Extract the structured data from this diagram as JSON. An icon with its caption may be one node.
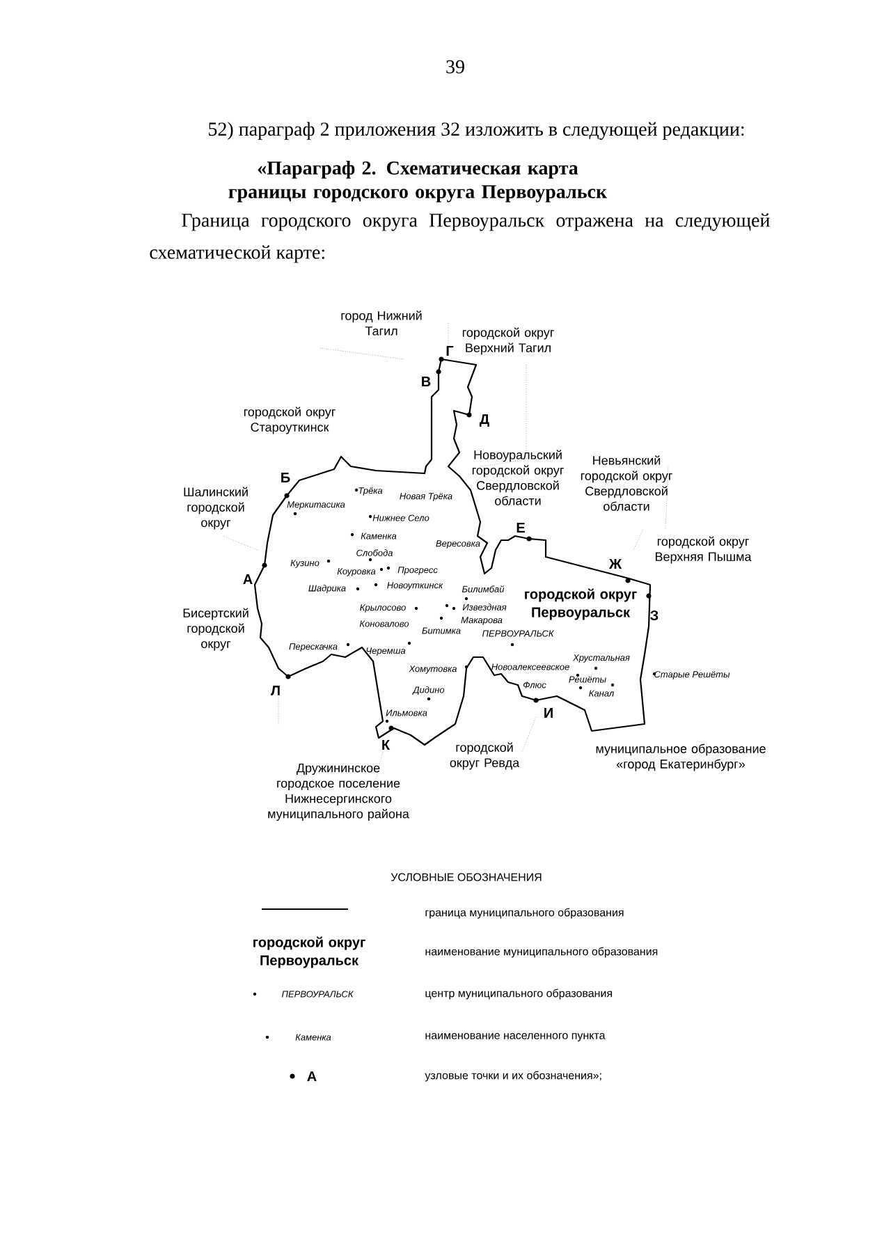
{
  "diagram": {
    "title": "«Параграф 2. Схематическая карта границы городского округа Первоуральск",
    "labels": [
      "39",
      "52) параграф 2 приложения 32 изложить в следующей редакции:",
      "Граница городского округа Первоуральск отражена на следующей схематической карте:",
      "город Нижний Тагил",
      "городской округ Верхний Тагил",
      "Г",
      "В",
      "городской округ Староуткинск",
      "Д",
      "Новоуральский городской округ Свердловской области",
      "Невьянский городской округ Свердловской области",
      "Б",
      "Трёка",
      "Новая Трёка",
      "Шалинский городской округ",
      "Меркитасика",
      "Нижнее Село",
      "Каменка",
      "Е",
      "Вересовка",
      "Слобода",
      "городской округ Верхняя Пышма",
      "Ж",
      "Кузино",
      "Коуровка",
      "Прогресс",
      "А",
      "Шадрика",
      "Новоуткинск",
      "Билимбай",
      "городской округ Первоуральск",
      "З",
      "Крылосово",
      "Извездная",
      "Макарова",
      "Коновалово",
      "Битимка",
      "Бисертский городской округ",
      "ПЕРВОУРАЛЬСК",
      "Перескачка",
      "Черемша",
      "Хрустальная",
      "Новоалексеевское",
      "Хомутовка",
      "Старые Решёты",
      "Решёты",
      "Флюс",
      "Канал",
      "Дидино",
      "Л",
      "Ильмовка",
      "И",
      "К",
      "городской округ Ревда",
      "муниципальное образование «город Екатеринбург»",
      "Дружининское городское поселение Нижнесергинского муниципального района",
      "УСЛОВНЫЕ ОБОЗНАЧЕНИЯ",
      "городской округ Первоуральск",
      "ПЕРВОУРАЛЬСК",
      "Каменка",
      "А"
    ],
    "legend": [
      {
        "text": "граница муниципального образования"
      },
      {
        "text": "наименование муниципального образования"
      },
      {
        "text": "центр муниципального образования"
      },
      {
        "text": "наименование населенного пункта"
      },
      {
        "text": "узловые точки и их обозначения»;"
      }
    ]
  }
}
